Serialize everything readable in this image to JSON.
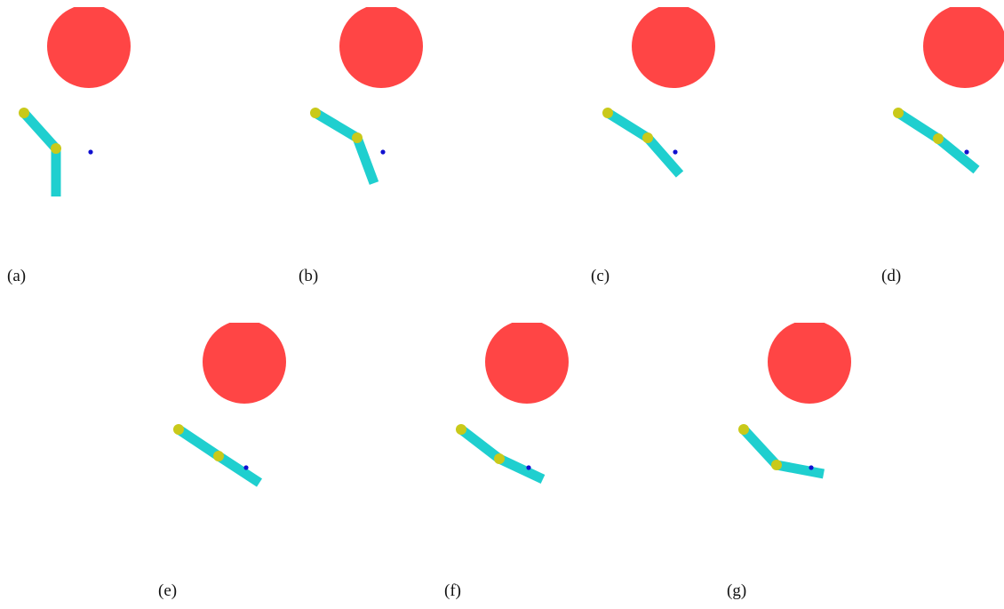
{
  "colors": {
    "obstacle": "#ff4545",
    "link": "#1fcfcf",
    "joint": "#c9c91a",
    "target": "#1010d0",
    "background": "#ffffff"
  },
  "panels": [
    {
      "label": "(a)"
    },
    {
      "label": "(b)"
    },
    {
      "label": "(c)"
    },
    {
      "label": "(d)"
    },
    {
      "label": "(e)"
    },
    {
      "label": "(f)"
    },
    {
      "label": "(g)"
    }
  ]
}
